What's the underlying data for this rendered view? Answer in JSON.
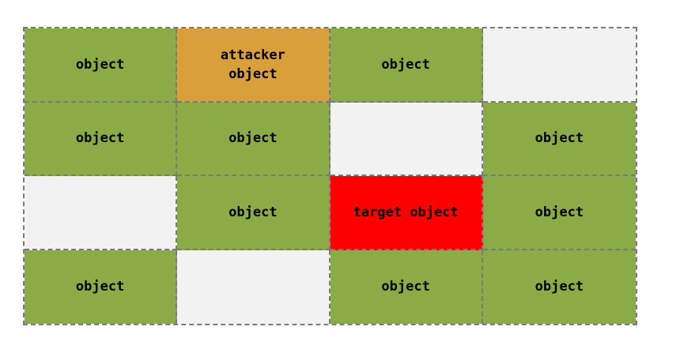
{
  "colors": {
    "object": "#8aab45",
    "attacker": "#d89f3a",
    "target": "#ff0000",
    "empty": "#f2f2f2",
    "border": "#7a7a7a"
  },
  "grid": {
    "rows": [
      [
        {
          "type": "object",
          "label": "object"
        },
        {
          "type": "attacker",
          "label": "attacker\nobject"
        },
        {
          "type": "object",
          "label": "object"
        },
        {
          "type": "empty",
          "label": ""
        }
      ],
      [
        {
          "type": "object",
          "label": "object"
        },
        {
          "type": "object",
          "label": "object"
        },
        {
          "type": "empty",
          "label": ""
        },
        {
          "type": "object",
          "label": "object"
        }
      ],
      [
        {
          "type": "empty",
          "label": ""
        },
        {
          "type": "object",
          "label": "object"
        },
        {
          "type": "target",
          "label": "target object"
        },
        {
          "type": "object",
          "label": "object"
        }
      ],
      [
        {
          "type": "object",
          "label": "object"
        },
        {
          "type": "empty",
          "label": ""
        },
        {
          "type": "object",
          "label": "object"
        },
        {
          "type": "object",
          "label": "object"
        }
      ]
    ]
  }
}
